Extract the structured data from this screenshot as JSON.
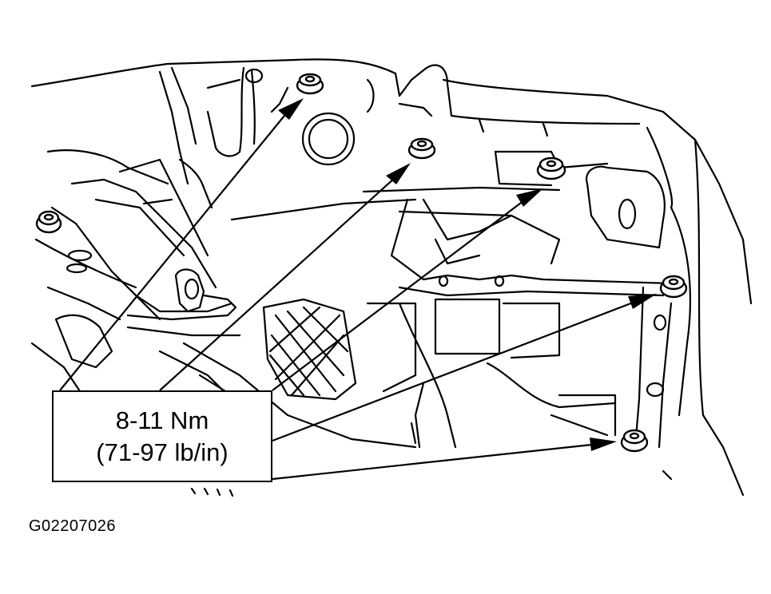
{
  "callout": {
    "torque_metric": "8-11 Nm",
    "torque_imperial": "(71-97 lb/in)"
  },
  "figure_id": "G02207026",
  "colors": {
    "line": "#000000",
    "background": "#ffffff"
  },
  "icons": [
    "bolt-icon",
    "arrow-icon"
  ]
}
